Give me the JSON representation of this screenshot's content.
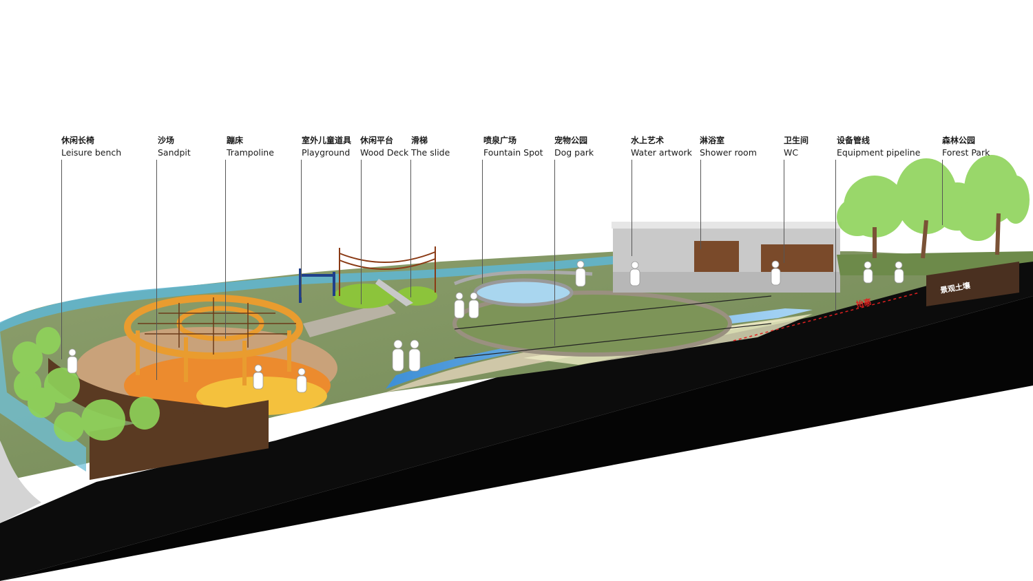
{
  "labels": [
    {
      "zh": "休闲长椅",
      "en": "Leisure bench"
    },
    {
      "zh": "沙场",
      "en": "Sandpit"
    },
    {
      "zh": "蹦床",
      "en": "Trampoline"
    },
    {
      "zh": "室外儿童道具",
      "en": "Playground"
    },
    {
      "zh": "休闲平台",
      "en": "Wood Deck"
    },
    {
      "zh": "滑梯",
      "en": "The slide"
    },
    {
      "zh": "喷泉广场",
      "en": "Fountain Spot"
    },
    {
      "zh": "宠物公园",
      "en": "Dog park"
    },
    {
      "zh": "水上艺术",
      "en": "Water artwork"
    },
    {
      "zh": "淋浴室",
      "en": "Shower room"
    },
    {
      "zh": "卫生间",
      "en": "WC"
    },
    {
      "zh": "设备管线",
      "en": "Equipment pipeline"
    },
    {
      "zh": "森林公园",
      "en": "Forest Park"
    }
  ],
  "section_tags": {
    "raised": "抬高",
    "landscape_soil": "景观土壤"
  }
}
